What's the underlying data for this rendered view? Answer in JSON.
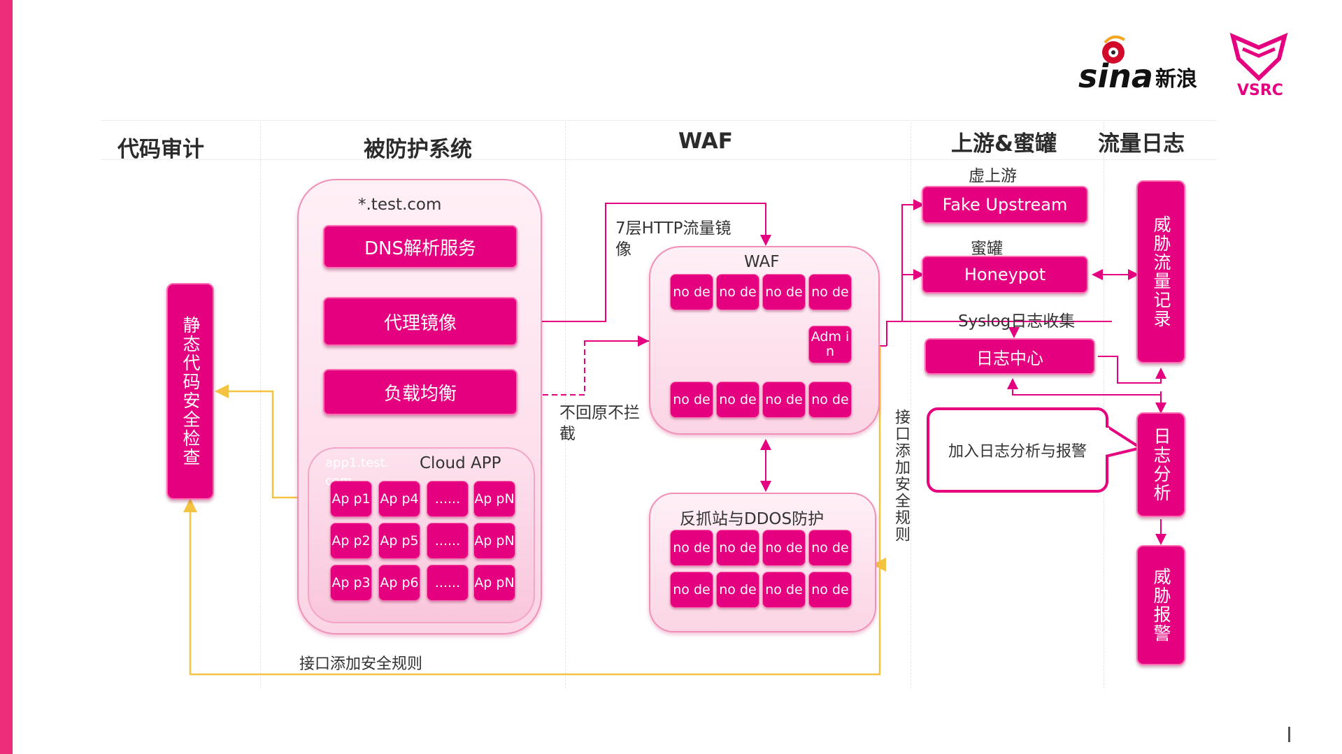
{
  "columns": {
    "code_audit": "代码审计",
    "protected": "被防护系统",
    "waf": "WAF",
    "upstream": "上游&蜜罐",
    "traffic_log": "流量日志"
  },
  "protected_system": {
    "domain": "*.test.com",
    "dns": "DNS解析服务",
    "proxy": "代理镜像",
    "lb": "负载均衡",
    "cloud_app": "Cloud APP",
    "overlay": "app1.test.com",
    "apps": [
      "Ap p1",
      "Ap p4",
      "......",
      "Ap pN",
      "Ap p2",
      "Ap p5",
      "......",
      "Ap pN",
      "Ap p3",
      "Ap p6",
      "......",
      "Ap pN"
    ]
  },
  "static_check": "静态代码安全检查",
  "waf_box": {
    "title": "WAF",
    "node_label": "no de",
    "admin": "Adm in"
  },
  "ddos_box": {
    "title": "反抓站与DDOS防护",
    "node_label": "no de"
  },
  "labels": {
    "http_mirror": "7层HTTP流量镜像",
    "no_block": "不回原不拦截",
    "api_rules_bottom": "接口添加安全规则",
    "api_rules_vertical": "接口添加安全规则",
    "virtual_upstream": "虚上游",
    "honeypot_cn": "蜜罐",
    "syslog": "Syslog日志收集"
  },
  "right_boxes": {
    "fake_upstream": "Fake Upstream",
    "honeypot": "Honeypot",
    "log_center": "日志中心"
  },
  "callout": "加入日志分析与报警",
  "side_boxes": {
    "traffic_record": "威胁流量记录",
    "log_analysis": "日志分析",
    "threat_alarm": "威胁报警"
  },
  "logos": {
    "sina": "sina新浪",
    "vsrc": "VSRC"
  },
  "colors": {
    "accent": "#e5007f",
    "left_bar": "#ee2d7a",
    "arrow_pink": "#e5007f",
    "arrow_yellow": "#f5c342"
  }
}
